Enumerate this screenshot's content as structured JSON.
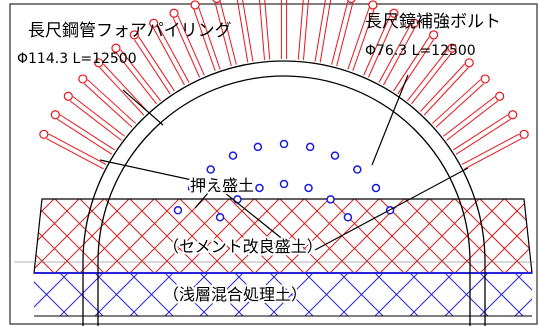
{
  "labels": {
    "pipe_roof_title": "長尺鋼管フォアパイリング",
    "pipe_roof_spec": "Φ114.3 L=12500",
    "face_bolt_title": "長尺鏡補強ボルト",
    "face_bolt_spec": "Φ76.3 L=12500",
    "berm": "押え盛土",
    "cement_fill": "（セメント改良盛土）",
    "shallow_mix": "（浅層混合処理土）"
  },
  "colors": {
    "pipe": "#e8141c",
    "bolt": "#1a1adf",
    "cement_hatch": "#d02020",
    "soil_hatch": "#2626d8",
    "outline": "#000000",
    "frame": "#555555"
  }
}
